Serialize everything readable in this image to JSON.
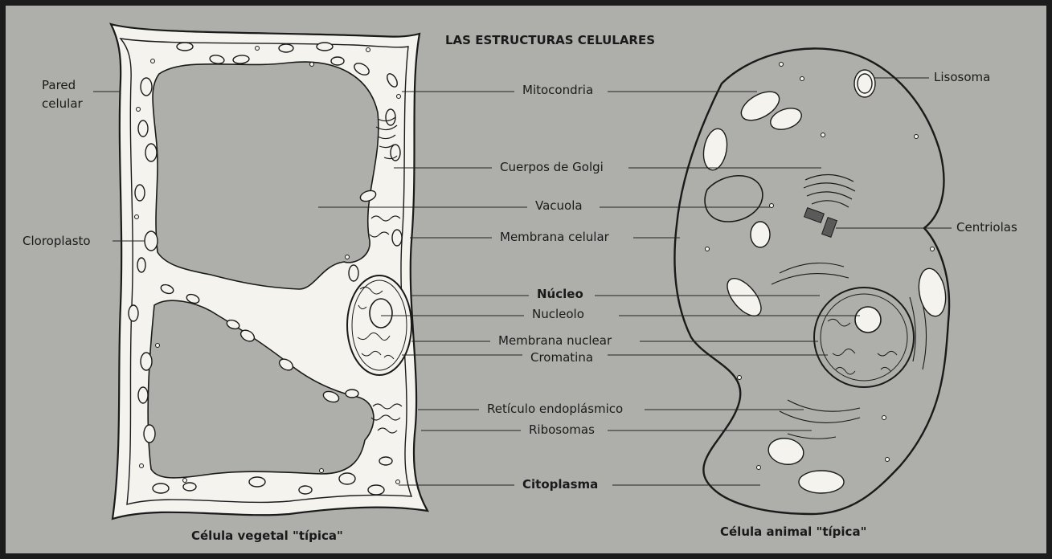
{
  "title": "LAS ESTRUCTURAS CELULARES",
  "colors": {
    "background": "#aeafab",
    "frame": "#1c1c1c",
    "cell_fill": "#f4f3ee",
    "ink": "#1a1a1a"
  },
  "captions": {
    "plant": "Célula vegetal \"típica\"",
    "animal": "Célula animal \"típica\""
  },
  "labels": {
    "pared": "Pared",
    "celular": "celular",
    "cloroplasto": "Cloroplasto",
    "mitocondria": "Mitocondria",
    "golgi": "Cuerpos de Golgi",
    "vacuola": "Vacuola",
    "membrana_celular": "Membrana celular",
    "nucleo": "Núcleo",
    "nucleolo": "Nucleolo",
    "membrana_nuclear": "Membrana nuclear",
    "cromatina": "Cromatina",
    "reticulo": "Retículo endoplásmico",
    "ribosomas": "Ribosomas",
    "citoplasma": "Citoplasma",
    "lisosoma": "Lisosoma",
    "centriolas": "Centriolas"
  }
}
